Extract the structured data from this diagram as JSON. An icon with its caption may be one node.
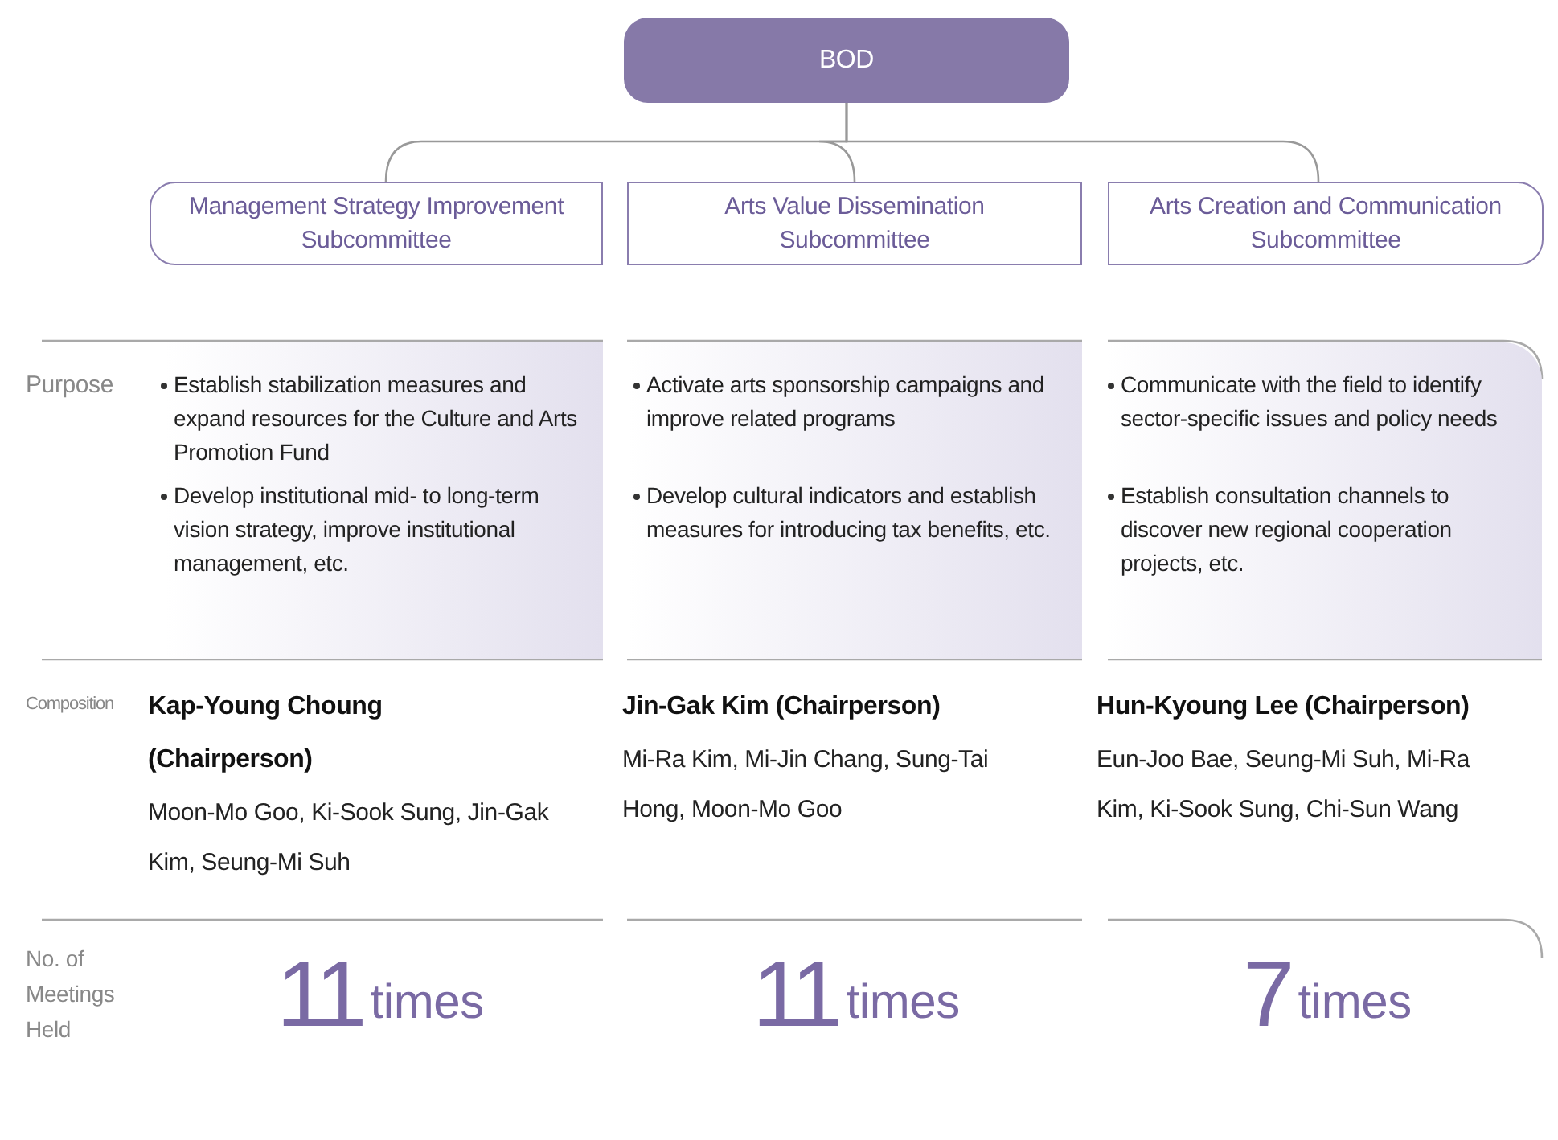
{
  "diagram": {
    "nodes": [
      {
        "text": [
          "BOD"
        ]
      },
      {
        "text": [
          "Management Strategy Improvement Subcommittee"
        ]
      },
      {
        "text": [
          "Arts Value Dissemination Subcommittee"
        ]
      },
      {
        "text": [
          "Arts Creation and Communication Subcommittee"
        ]
      }
    ],
    "edges": [
      {
        "from": 0,
        "to": 1,
        "arrow": "none"
      },
      {
        "from": 0,
        "to": 2,
        "arrow": "none"
      },
      {
        "from": 0,
        "to": 3,
        "arrow": "none"
      }
    ],
    "labels": [
      "Purpose",
      "Establish stabilization measures and expand resources for the Culture and Arts Promotion Fund",
      "Develop institutional mid- to long-term vision strategy, improve institutional management, etc.",
      "Activate arts sponsorship campaigns and improve related programs",
      "Develop cultural indicators and establish measures for introducing tax benefits, etc.",
      "Communicate with the field to identify sector-specific issues and policy needs",
      "Establish consultation channels to discover new regional cooperation projects, etc.",
      "Composition",
      "Kap-Young Choung (Chairperson)",
      "Moon-Mo Goo, Ki-Sook Sung, Jin-Gak Kim, Seung-Mi Suh",
      "Jin-Gak Kim (Chairperson)",
      "Mi-Ra Kim, Mi-Jin Chang, Sung-Tai Hong, Moon-Mo Goo",
      "Hun-Kyoung Lee (Chairperson)",
      "Eun-Joo Bae, Seung-Mi Suh, Mi-Ra Kim, Ki-Sook Sung, Chi-Sun Wang",
      "No. of Meetings Held",
      "11",
      "times",
      "11",
      "times",
      "7",
      "times"
    ]
  }
}
